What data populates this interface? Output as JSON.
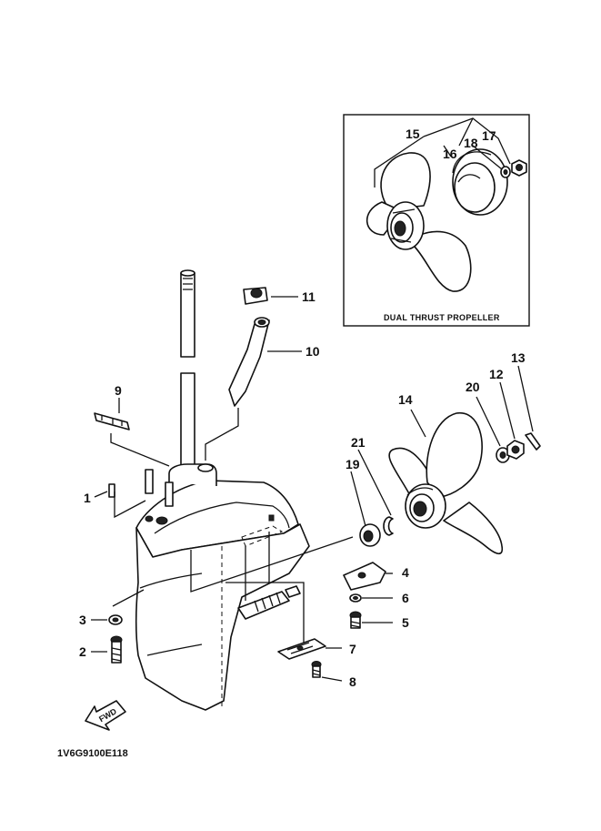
{
  "inset": {
    "title": "DUAL THRUST PROPELLER"
  },
  "callouts": [
    {
      "id": "1",
      "label": "1"
    },
    {
      "id": "2",
      "label": "2"
    },
    {
      "id": "3",
      "label": "3"
    },
    {
      "id": "4",
      "label": "4"
    },
    {
      "id": "5",
      "label": "5"
    },
    {
      "id": "6",
      "label": "6"
    },
    {
      "id": "7",
      "label": "7"
    },
    {
      "id": "8",
      "label": "8"
    },
    {
      "id": "9",
      "label": "9"
    },
    {
      "id": "10",
      "label": "10"
    },
    {
      "id": "11",
      "label": "11"
    },
    {
      "id": "12",
      "label": "12"
    },
    {
      "id": "13",
      "label": "13"
    },
    {
      "id": "14",
      "label": "14"
    },
    {
      "id": "15",
      "label": "15"
    },
    {
      "id": "16",
      "label": "16"
    },
    {
      "id": "17",
      "label": "17"
    },
    {
      "id": "18",
      "label": "18"
    },
    {
      "id": "19",
      "label": "19"
    },
    {
      "id": "20",
      "label": "20"
    },
    {
      "id": "21",
      "label": "21"
    }
  ],
  "fwd_label": "FWD",
  "drawing_code": "1V6G9100E118"
}
